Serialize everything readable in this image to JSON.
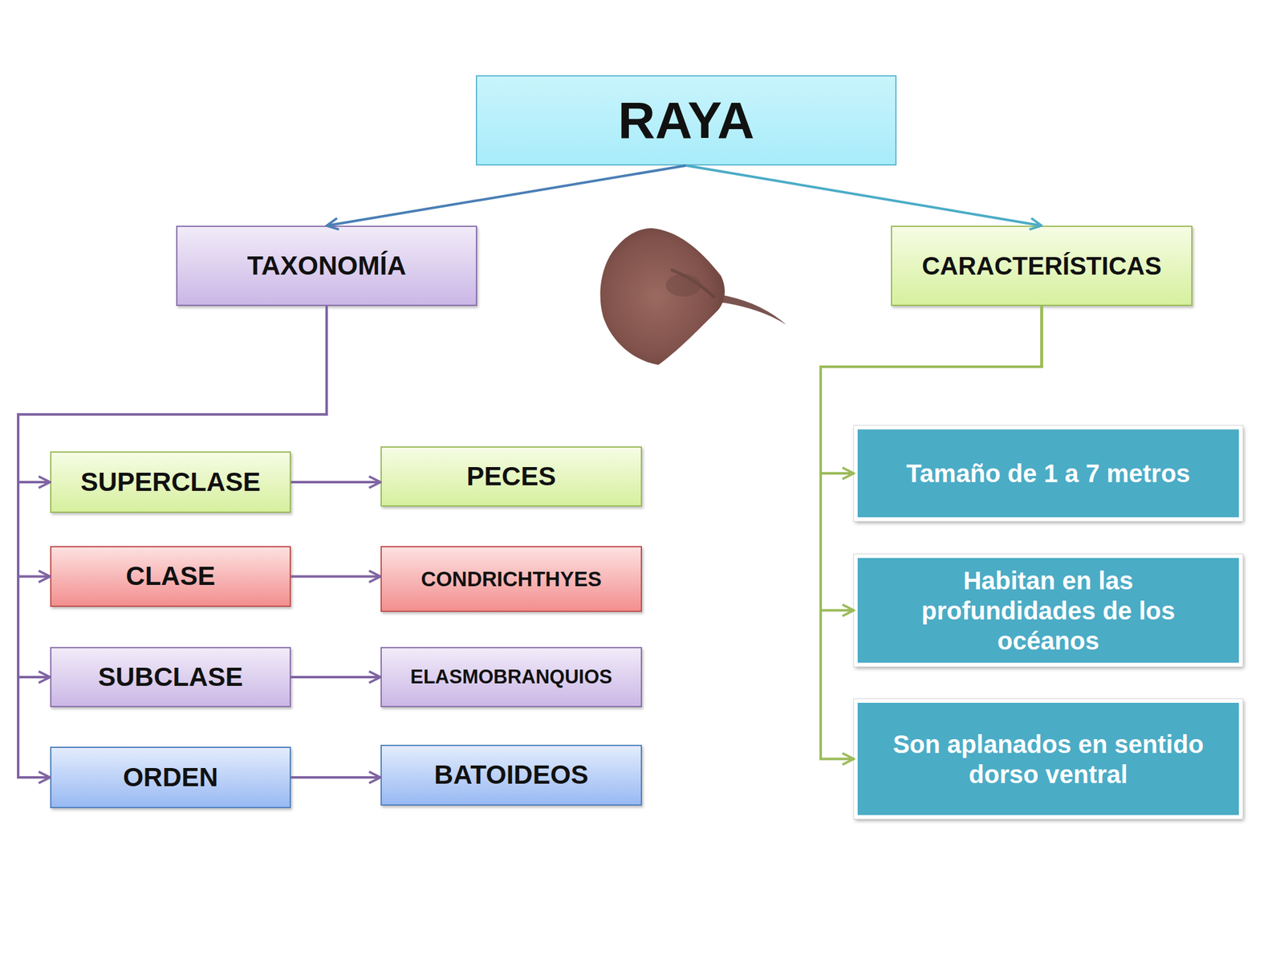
{
  "diagram": {
    "nodes": [
      {
        "text": [
          "RAYA"
        ]
      },
      {
        "text": [
          "TAXONOMÍA"
        ]
      },
      {
        "text": [
          "CARACTERÍSTICAS"
        ]
      },
      {
        "text": [
          "SUPERCLASE"
        ]
      },
      {
        "text": [
          "PECES"
        ]
      },
      {
        "text": [
          "CLASE"
        ]
      },
      {
        "text": [
          "CONDRICHTHYES"
        ]
      },
      {
        "text": [
          "SUBCLASE"
        ]
      },
      {
        "text": [
          "ELASMOBRANQUIOS"
        ]
      },
      {
        "text": [
          "ORDEN"
        ]
      },
      {
        "text": [
          "BATOIDEOS"
        ]
      },
      {
        "text": [
          "Tamaño de 1 a 7 metros"
        ]
      },
      {
        "text": [
          "Habitan en las profundidades de los océanos"
        ]
      },
      {
        "text": [
          "Son aplanados en sentido dorso ventral"
        ]
      }
    ],
    "edges": [
      {
        "from": 0,
        "to": 1,
        "arrow": "to"
      },
      {
        "from": 0,
        "to": 2,
        "arrow": "to"
      },
      {
        "from": 1,
        "to": 3,
        "arrow": "to"
      },
      {
        "from": 1,
        "to": 5,
        "arrow": "to"
      },
      {
        "from": 1,
        "to": 7,
        "arrow": "to"
      },
      {
        "from": 1,
        "to": 9,
        "arrow": "to"
      },
      {
        "from": 3,
        "to": 4,
        "arrow": "to"
      },
      {
        "from": 5,
        "to": 6,
        "arrow": "to"
      },
      {
        "from": 7,
        "to": 8,
        "arrow": "to"
      },
      {
        "from": 9,
        "to": 10,
        "arrow": "to"
      },
      {
        "from": 2,
        "to": 11,
        "arrow": "to"
      },
      {
        "from": 2,
        "to": 12,
        "arrow": "to"
      },
      {
        "from": 2,
        "to": 13,
        "arrow": "to"
      }
    ]
  }
}
